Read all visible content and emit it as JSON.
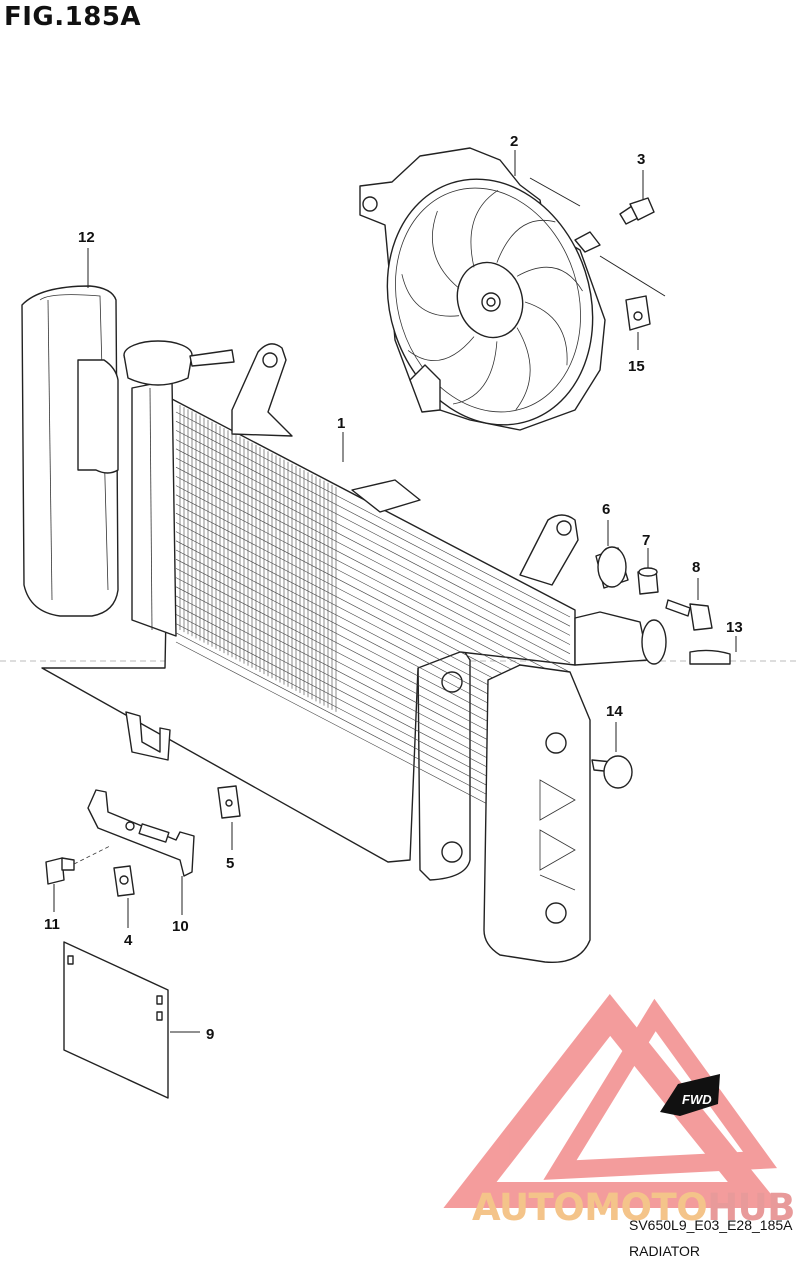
{
  "figure_title": "FIG.185A",
  "callouts": [
    "1",
    "2",
    "3",
    "4",
    "5",
    "6",
    "7",
    "8",
    "9",
    "10",
    "11",
    "12",
    "13",
    "14",
    "15"
  ],
  "diagram_code": "SV650L9_E03_E28_185A",
  "caption": "RADIATOR",
  "badge_text": "FWD",
  "watermark": {
    "part1": "AUTOMOTO",
    "part2": "HUB",
    "color1": "#f4c48a",
    "color2": "#e89a9a",
    "triangle_color": "#f28b8b"
  }
}
